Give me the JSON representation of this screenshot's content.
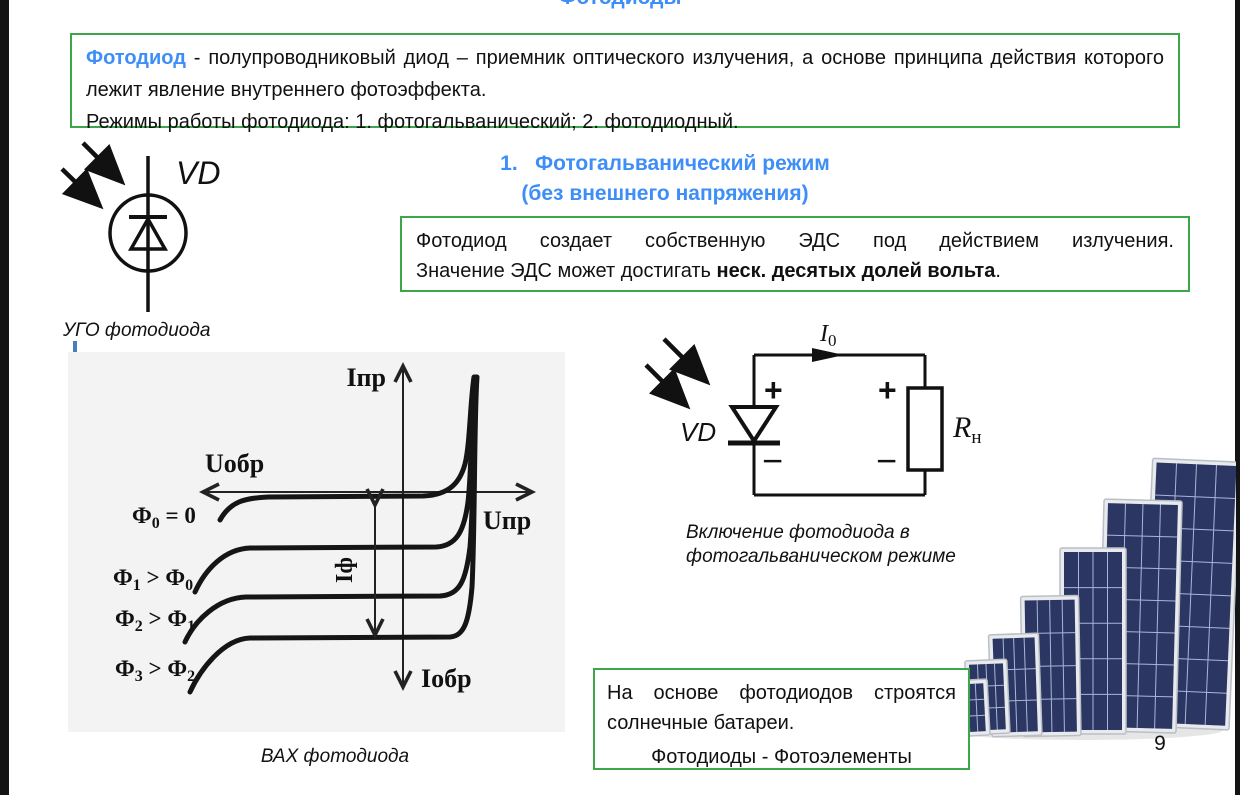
{
  "slide": {
    "page_number": "9",
    "accent_blue": "#3e8ef7",
    "box_border_green": "#3ca64b",
    "frame_color": "#141414"
  },
  "title": {
    "text": "Фотодиоды"
  },
  "definition_box": {
    "term": "Фотодиод",
    "definition_rest": " - полупроводниковый диод – приемник оптического излучения, а основе принципа действия которого лежит явление внутреннего фотоэффекта.",
    "modes_line": "Режимы работы фотодиода: 1. фотогальванический; 2. фотодиодный."
  },
  "ugo": {
    "device_label": "VD",
    "caption": "УГО фотодиода"
  },
  "vah": {
    "caption": "ВАХ фотодиода",
    "axis_up": "Iпр",
    "axis_down": "Iобр",
    "axis_left": "Uобр",
    "axis_right": "Uпр",
    "photocurrent_label": "Iф",
    "curves": [
      {
        "a": "Ф",
        "a_sub": "0",
        "mid": " = 0",
        "b": "",
        "b_sub": ""
      },
      {
        "a": "Ф",
        "a_sub": "1",
        "mid": " > ",
        "b": "Ф",
        "b_sub": "0"
      },
      {
        "a": "Ф",
        "a_sub": "2",
        "mid": " > ",
        "b": "Ф",
        "b_sub": "1"
      },
      {
        "a": "Ф",
        "a_sub": "3",
        "mid": " > ",
        "b": "Ф",
        "b_sub": "2"
      }
    ]
  },
  "mode_section": {
    "heading_line1": "1.   Фотогальванический режим",
    "heading_line2": "(без внешнего напряжения)",
    "emf_line1": "Фотодиод создает собственную ЭДС под действием излучения.",
    "emf_line2_start": "Значение ЭДС может достигать ",
    "emf_line2_bold": "неск. десятых долей вольта",
    "emf_line2_end": "."
  },
  "circuit": {
    "current_base": "I",
    "current_sub": "0",
    "device_label": "VD",
    "plus": "+",
    "minus": "−",
    "load_base": "R",
    "load_sub": "н",
    "caption_line1": "Включение фотодиода в",
    "caption_line2": "фотогальваническом режиме"
  },
  "solar": {
    "note_line1": "На основе фотодиодов строятся солнечные батареи.",
    "note_line2": "Фотодиоды - Фотоэлементы",
    "panel_count": 7,
    "cell_color": "#2b3663",
    "frame_color": "#e8eaed",
    "frame_edge": "#b9bfc7",
    "grid_color": "#aab6d6",
    "shadow_color": "#d9d9d9"
  }
}
